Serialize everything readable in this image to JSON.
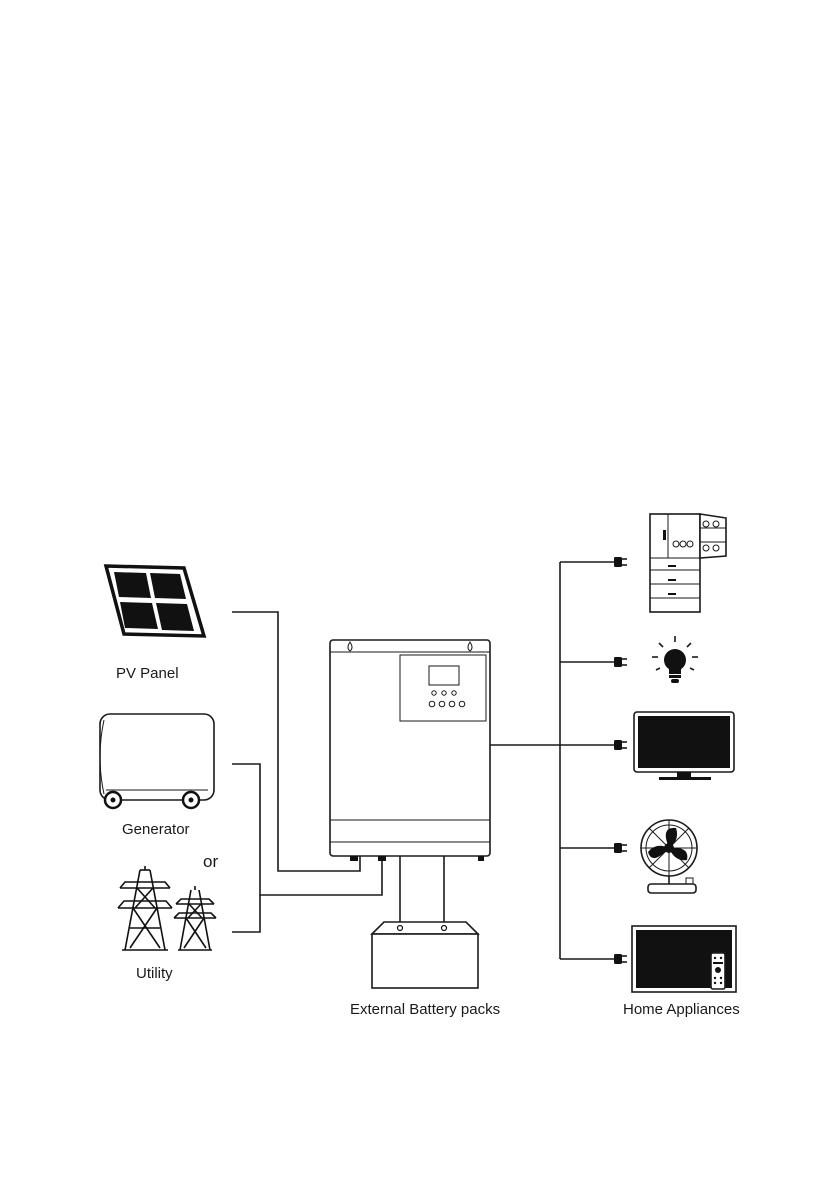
{
  "labels": {
    "pv_panel": "PV Panel",
    "generator": "Generator",
    "or": "or",
    "utility": "Utility",
    "battery": "External Battery packs",
    "home_appliances": "Home Appliances"
  },
  "colors": {
    "ink": "#1a1a1a",
    "fill_dark": "#111111",
    "background": "#ffffff"
  },
  "icons": [
    "solar-panel-icon",
    "generator-icon",
    "power-tower-icon",
    "inverter-icon",
    "battery-icon",
    "plug-icon",
    "refrigerator-icon",
    "light-bulb-icon",
    "monitor-icon",
    "fan-icon",
    "tv-icon",
    "remote-control-icon"
  ]
}
